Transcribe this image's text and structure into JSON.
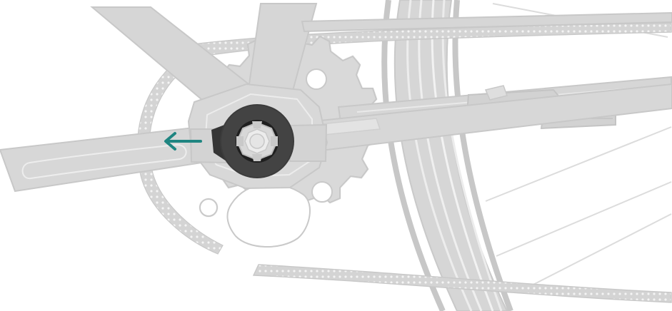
{
  "illustration": {
    "subject": "bicycle-crankset-and-rear-wheel",
    "highlighted_part": "crank-arm-fixing-bolt-cap",
    "highlight_tool": "hex-socket",
    "action": "remove-left",
    "colors": {
      "background": "#ffffff",
      "frame": "#d7d7d7",
      "frame_stroke": "#c8c8c8",
      "detail_line": "#eeeeee",
      "part_dark": "#3d3d3d",
      "part_mid": "#5b5b5b",
      "part_light": "#d8d8d8",
      "arrow": "#1f8581"
    }
  }
}
